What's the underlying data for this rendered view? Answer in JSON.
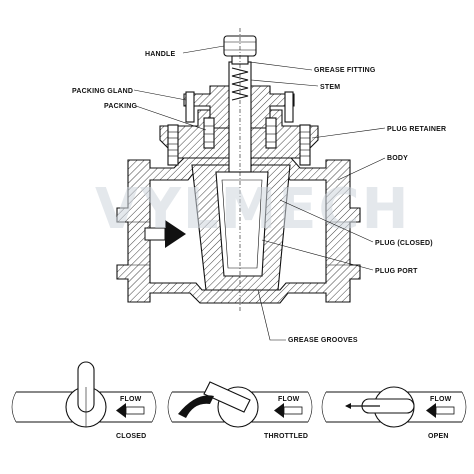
{
  "watermark": "VYLMECH",
  "labels": {
    "handle": "HANDLE",
    "grease_fitting": "GREASE FITTING",
    "stem": "STEM",
    "packing_gland": "PACKING GLAND",
    "packing": "PACKING",
    "plug_retainer": "PLUG RETAINER",
    "body": "BODY",
    "plug_closed": "PLUG (CLOSED)",
    "plug_port": "PLUG PORT",
    "grease_grooves": "GREASE GROOVES"
  },
  "positions": [
    {
      "flow": "FLOW",
      "state": "CLOSED"
    },
    {
      "flow": "FLOW",
      "state": "THROTTLED"
    },
    {
      "flow": "FLOW",
      "state": "OPEN"
    }
  ]
}
